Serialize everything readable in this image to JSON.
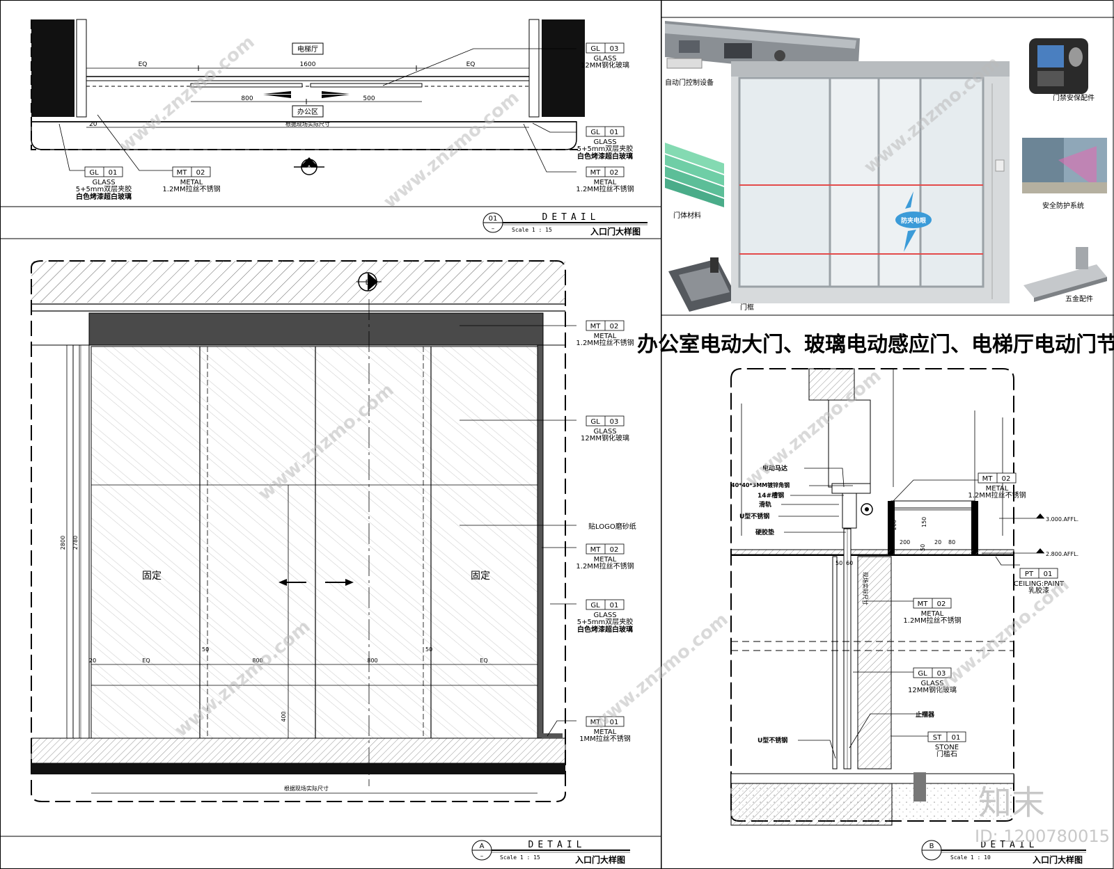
{
  "detail01": {
    "labels": {
      "lobby": "电梯厅",
      "office": "办公区",
      "site": "根据现场实际尺寸"
    },
    "dims": {
      "eq": "EQ",
      "w1600": "1600",
      "w800": "800",
      "w500": "500",
      "d20": "20"
    },
    "tags": [
      {
        "code": "GL",
        "num": "03",
        "line1": "GLASS",
        "line2": "12MM钢化玻璃",
        "line3": ""
      },
      {
        "code": "GL",
        "num": "01",
        "line1": "GLASS",
        "line2": "5+5mm双层夹胶",
        "line3": "白色烤漆超白玻璃"
      },
      {
        "code": "MT",
        "num": "02",
        "line1": "METAL",
        "line2": "1.2MM拉丝不锈钢",
        "line3": ""
      },
      {
        "code": "GL",
        "num": "01",
        "line1": "GLASS",
        "line2": "5+5mm双层夹胶",
        "line3": "白色烤漆超白玻璃"
      },
      {
        "code": "MT",
        "num": "02",
        "line1": "METAL",
        "line2": "1.2MM拉丝不锈钢",
        "line3": ""
      }
    ],
    "section_mark": "A",
    "titleblock": {
      "num": "01",
      "word": "DETAIL",
      "scale": "Scale 1 : 15",
      "name": "入口门大样图"
    }
  },
  "detailA": {
    "section_mark": "B",
    "labels": {
      "fixed_left": "固定",
      "fixed_right": "固定",
      "logo": "贴LOGO磨砂纸",
      "site": "根据现场实际尺寸"
    },
    "dims": {
      "h2800": "2800",
      "h2780": "2780",
      "h400": "400",
      "w800a": "800",
      "w800b": "800",
      "eq": "EQ",
      "d20": "20",
      "d50": "50"
    },
    "tags": [
      {
        "code": "MT",
        "num": "02",
        "line1": "METAL",
        "line2": "1.2MM拉丝不锈钢",
        "line3": ""
      },
      {
        "code": "GL",
        "num": "03",
        "line1": "GLASS",
        "line2": "12MM钢化玻璃",
        "line3": ""
      },
      {
        "code": "MT",
        "num": "02",
        "line1": "METAL",
        "line2": "1.2MM拉丝不锈钢",
        "line3": ""
      },
      {
        "code": "GL",
        "num": "01",
        "line1": "GLASS",
        "line2": "5+5mm双层夹胶",
        "line3": "白色烤漆超白玻璃"
      },
      {
        "code": "MT",
        "num": "01",
        "line1": "METAL",
        "line2": "1MM拉丝不锈钢",
        "line3": ""
      }
    ],
    "titleblock": {
      "num": "A",
      "word": "DETAIL",
      "scale": "Scale 1 : 15",
      "name": "入口门大样图"
    }
  },
  "photos": {
    "labels": [
      "自动门控制设备",
      "门体材料",
      "门框",
      "防夹电眼",
      "门禁安保配件",
      "安全防护系统",
      "五金配件"
    ]
  },
  "main_title": "办公室电动大门、玻璃电动感应门、电梯厅电动门节点",
  "detailB": {
    "labels": {
      "motor": "电动马达",
      "angle": "40*40*3MM镀锌角钢",
      "channel": "14#槽钢",
      "rail": "滑轨",
      "u1": "U型不锈钢",
      "pad": "硬胶垫",
      "stopper": "止摆器",
      "u2": "U型不锈钢",
      "site": "现场实际尺寸"
    },
    "dims": {
      "d200a": "200",
      "d150": "150",
      "d200b": "200",
      "d20": "20",
      "d80": "80",
      "d50": "50",
      "d60": "60",
      "d50b": "50"
    },
    "levels": {
      "l1": "3.000.AFFL.",
      "l2": "2.800.AFFL."
    },
    "tags": [
      {
        "code": "MT",
        "num": "02",
        "line1": "METAL",
        "line2": "1.2MM拉丝不锈钢",
        "line3": ""
      },
      {
        "code": "PT",
        "num": "01",
        "line1": "CEILING:PAINT",
        "line2": "乳胶漆",
        "line3": ""
      },
      {
        "code": "MT",
        "num": "02",
        "line1": "METAL",
        "line2": "1.2MM拉丝不锈钢",
        "line3": ""
      },
      {
        "code": "GL",
        "num": "03",
        "line1": "GLASS",
        "line2": "12MM钢化玻璃",
        "line3": ""
      },
      {
        "code": "ST",
        "num": "01",
        "line1": "STONE",
        "line2": "门槛石",
        "line3": ""
      }
    ],
    "titleblock": {
      "num": "B",
      "word": "DETAIL",
      "scale": "Scale 1 : 10",
      "name": "入口门大样图"
    }
  },
  "watermark": {
    "site": "www.znzmo.com",
    "brand": "知末",
    "id": "ID: 1200780015"
  }
}
